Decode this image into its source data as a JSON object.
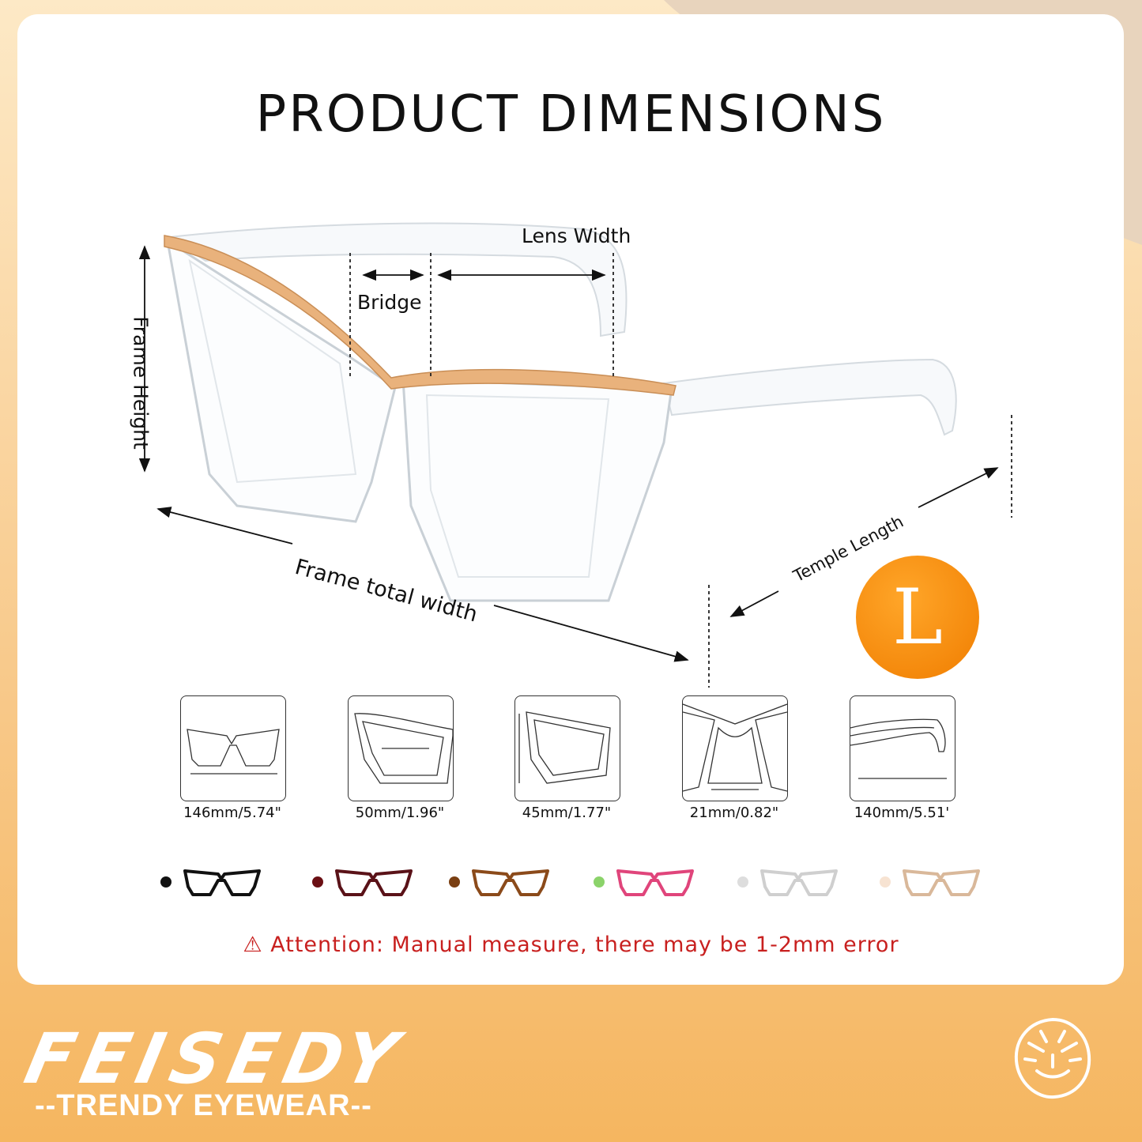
{
  "title": "PRODUCT DIMENSIONS",
  "labels": {
    "lens_width": "Lens Width",
    "bridge": "Bridge",
    "frame_height": "Frame Height",
    "frame_total_width": "Frame total width",
    "temple_length": "Temple Length"
  },
  "size_badge": "L",
  "measurements": [
    {
      "value": "146mm/5.74\"",
      "icon": "frame-total-width-icon"
    },
    {
      "value": "50mm/1.96\"",
      "icon": "lens-width-icon"
    },
    {
      "value": "45mm/1.77\"",
      "icon": "frame-height-icon"
    },
    {
      "value": "21mm/0.82\"",
      "icon": "bridge-icon"
    },
    {
      "value": "140mm/5.51'",
      "icon": "temple-length-icon"
    }
  ],
  "variants": [
    {
      "dot": "#111111",
      "frame": "#111111"
    },
    {
      "dot": "#6b0f14",
      "frame": "#5a1218"
    },
    {
      "dot": "#7a3f12",
      "frame": "#8b4a1a"
    },
    {
      "dot": "#8bd36a",
      "frame": "#e0457b"
    },
    {
      "dot": "#dddddd",
      "frame": "#cfcfcf"
    },
    {
      "dot": "#f7e3d2",
      "frame": "#d9b89a"
    }
  ],
  "attention": "⚠ Attention: Manual measure, there may be 1-2mm error",
  "brand": "FEISEDY",
  "tagline": "--TRENDY EYEWEAR--",
  "colors": {
    "accent": "#f08a00",
    "warning": "#c8201f",
    "gold": "#e6b37f"
  }
}
